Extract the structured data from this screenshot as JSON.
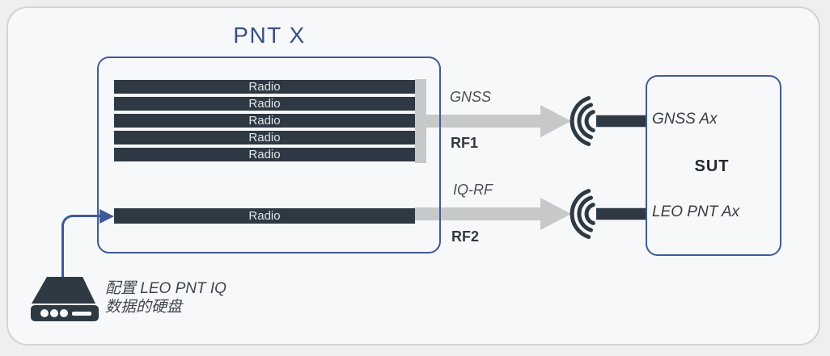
{
  "colors": {
    "accent_blue": "#3e5a99",
    "title_blue": "#3a4e86",
    "dark_slate": "#2e3943",
    "arrow_gray": "#c7c8ca",
    "panel_bg": "#f7f8f9"
  },
  "pntx": {
    "title": "PNT X",
    "radios": [
      "Radio",
      "Radio",
      "Radio",
      "Radio",
      "Radio"
    ],
    "single_radio": "Radio"
  },
  "signals": {
    "rf1": {
      "name": "GNSS",
      "port": "RF1"
    },
    "rf2": {
      "name": "IQ-RF",
      "port": "RF2"
    }
  },
  "sut": {
    "title": "SUT",
    "top_antenna": "GNSS Ax",
    "bottom_antenna": "LEO PNT Ax"
  },
  "disk": {
    "caption_line1": "配置 LEO PNT IQ",
    "caption_line2": "数据的硬盘"
  },
  "icons": {
    "antenna": "signal-arcs-icon",
    "disk": "hard-disk-icon"
  }
}
